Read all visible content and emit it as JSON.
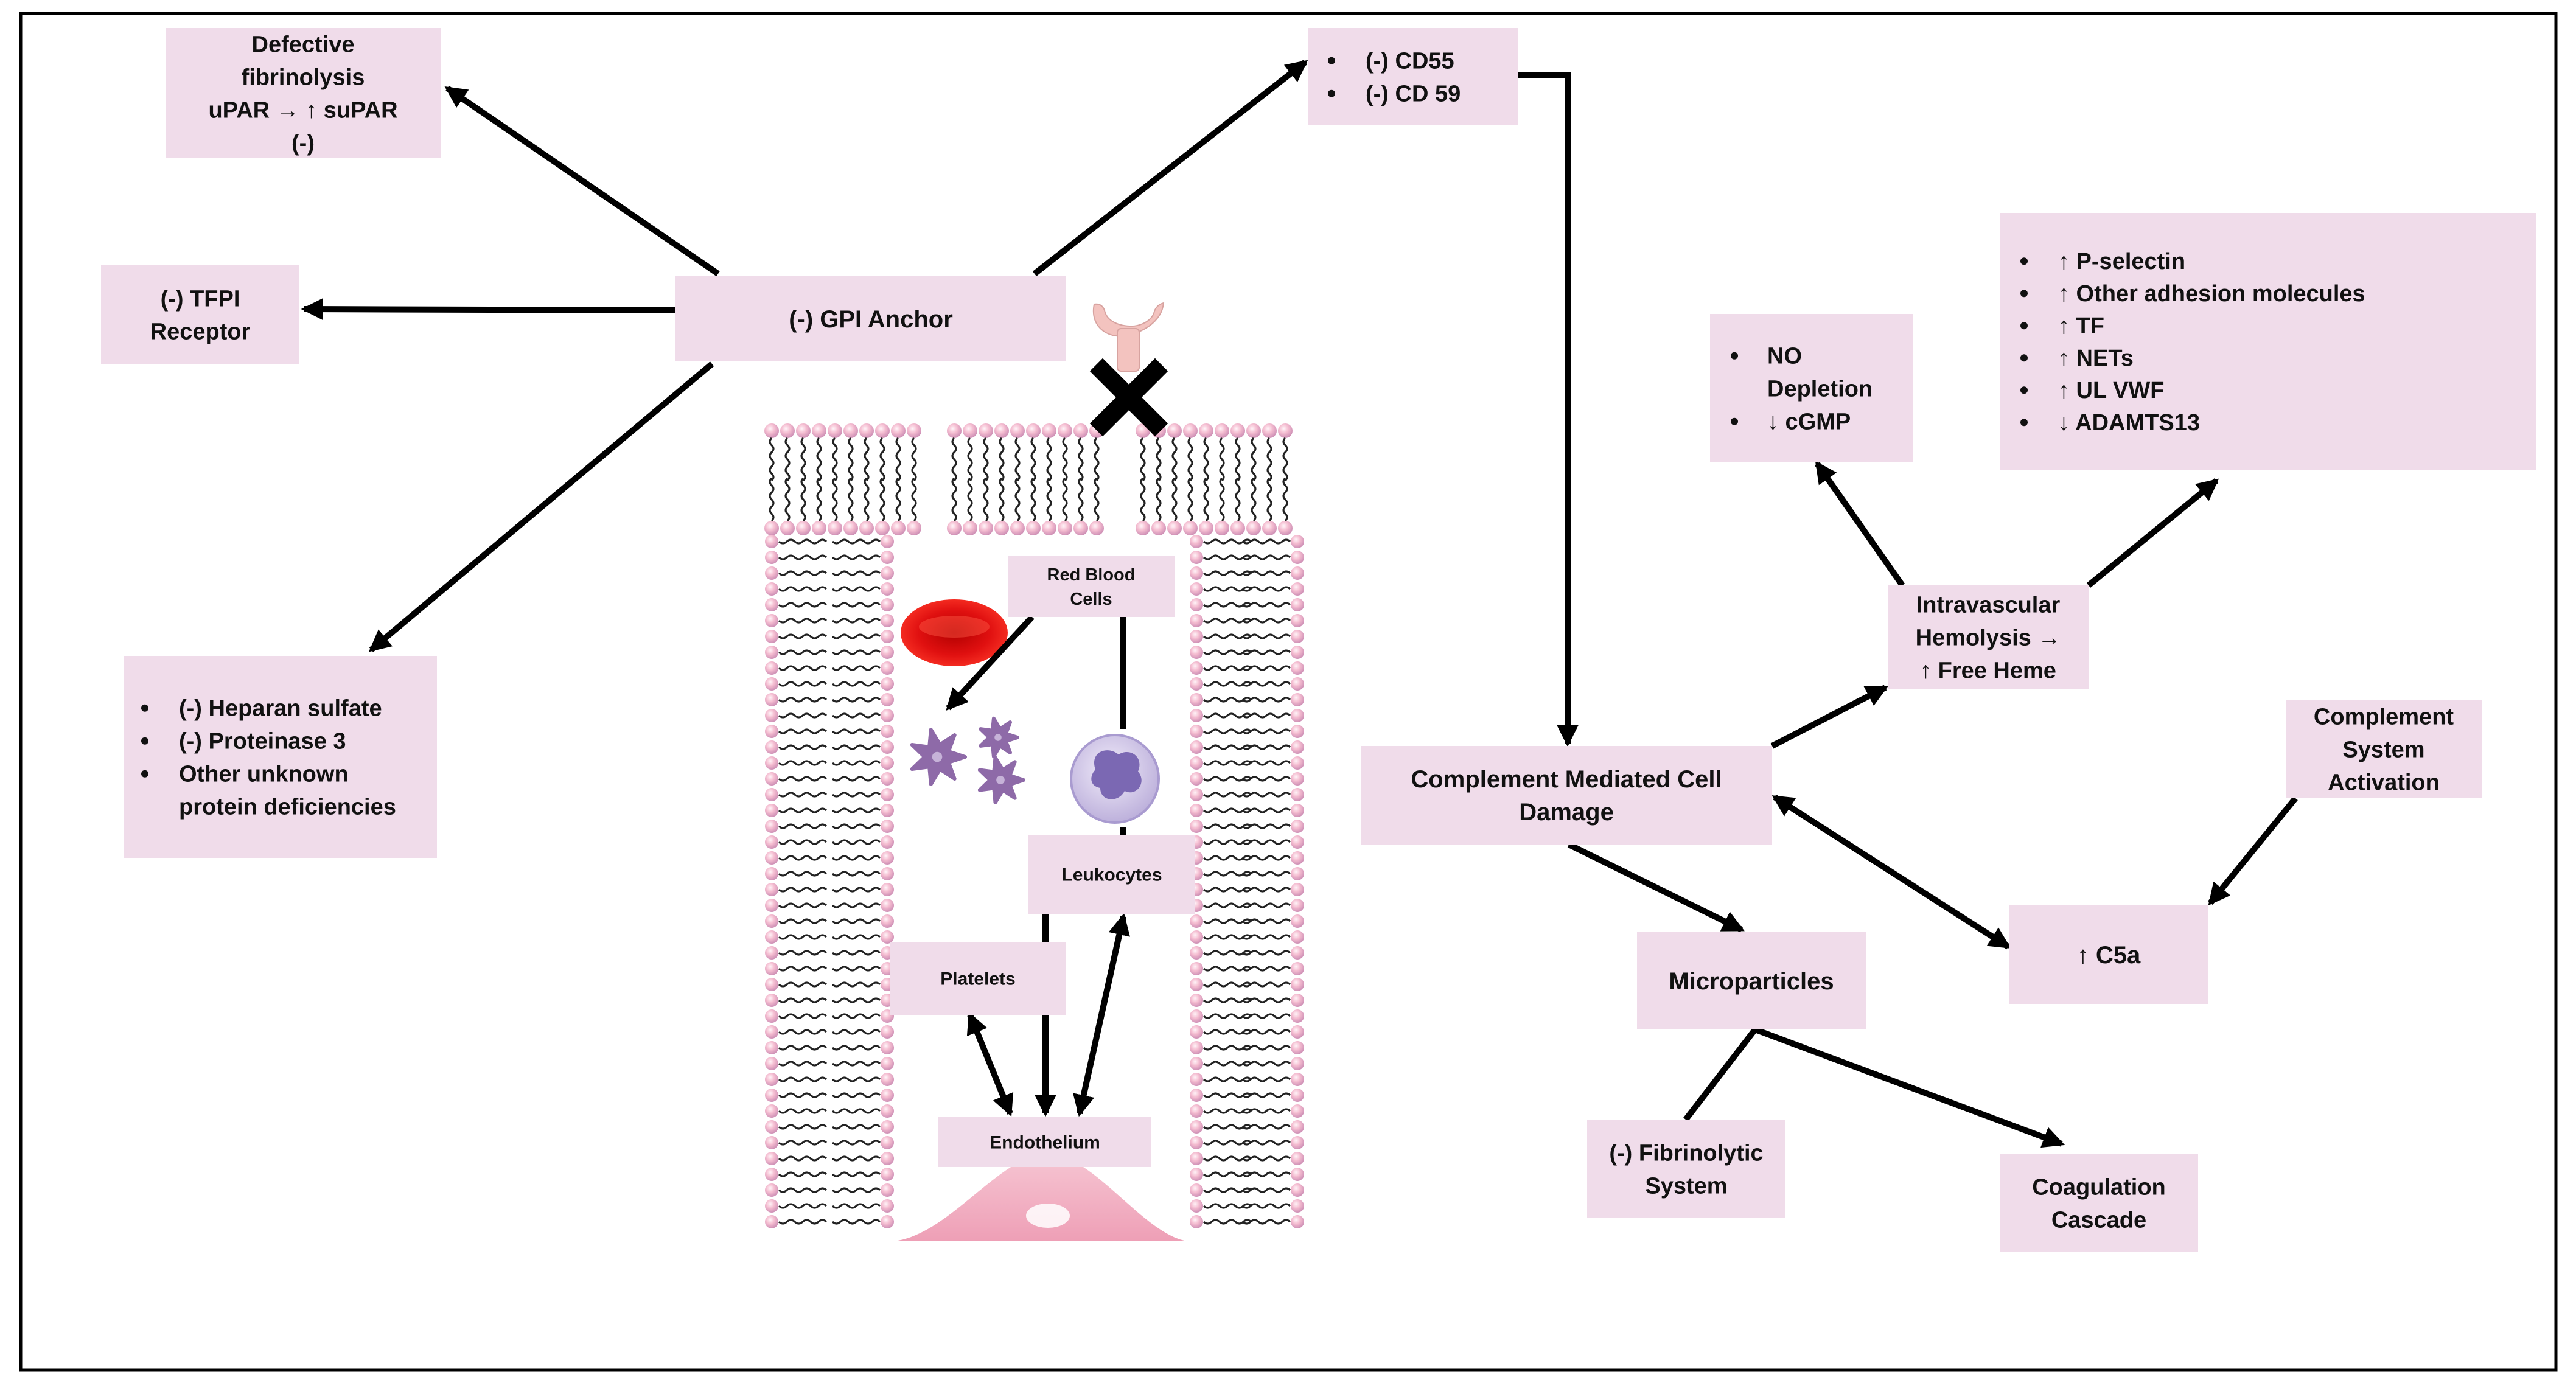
{
  "nodes": {
    "gpi_anchor": {
      "lines": [
        "(-) GPI Anchor"
      ]
    },
    "defective_fibrinolysis": {
      "lines": [
        "Defective",
        "fibrinolysis",
        "uPAR → ↑ suPAR",
        "(-)"
      ]
    },
    "tfpi": {
      "lines": [
        "(-) TFPI",
        "Receptor"
      ]
    },
    "heparan": {
      "bullets": [
        "(-) Heparan sulfate",
        "(-) Proteinase 3",
        "Other unknown",
        "protein deficiencies"
      ]
    },
    "cd55": {
      "bullets": [
        "(-) CD55",
        "(-) CD 59"
      ]
    },
    "complement_damage": {
      "lines": [
        "Complement Mediated Cell",
        "Damage"
      ]
    },
    "no_depletion": {
      "bullets": [
        "NO",
        "Depletion",
        "↓ cGMP"
      ]
    },
    "adhesion": {
      "bullets": [
        "↑ P-selectin",
        "↑ Other adhesion molecules",
        "↑ TF",
        "↑ NETs",
        "↑ UL VWF",
        "↓ ADAMTS13"
      ]
    },
    "hemolysis": {
      "lines": [
        "Intravascular",
        "Hemolysis →",
        "↑ Free Heme"
      ]
    },
    "complement_activation": {
      "lines": [
        "Complement",
        "System",
        "Activation"
      ]
    },
    "c5a": {
      "lines": [
        "↑ C5a"
      ]
    },
    "microparticles": {
      "lines": [
        "Microparticles"
      ]
    },
    "fibrinolytic": {
      "lines": [
        "(-) Fibrinolytic",
        "System"
      ]
    },
    "coagulation": {
      "lines": [
        "Coagulation",
        "Cascade"
      ]
    },
    "red_blood_cells": {
      "lines": [
        "Red Blood",
        "Cells"
      ]
    },
    "leukocytes": {
      "lines": [
        "Leukocytes"
      ]
    },
    "platelets": {
      "lines": [
        "Platelets"
      ]
    },
    "endothelium": {
      "lines": [
        "Endothelium"
      ]
    }
  },
  "colors": {
    "box_fill": "#f0dcea",
    "rbc": "#e01010",
    "platelet": "#8e6aa8",
    "leukocyte": "#cfc4e6",
    "lipid_head": "#f4bcd0",
    "endothelial_cell": "#f2b6c6",
    "receptor": "#f3c3bf"
  },
  "icons": [
    "x-mark-icon",
    "receptor-icon",
    "red-blood-cell-icon",
    "platelet-icon",
    "leukocyte-icon",
    "endothelial-cell-icon"
  ]
}
